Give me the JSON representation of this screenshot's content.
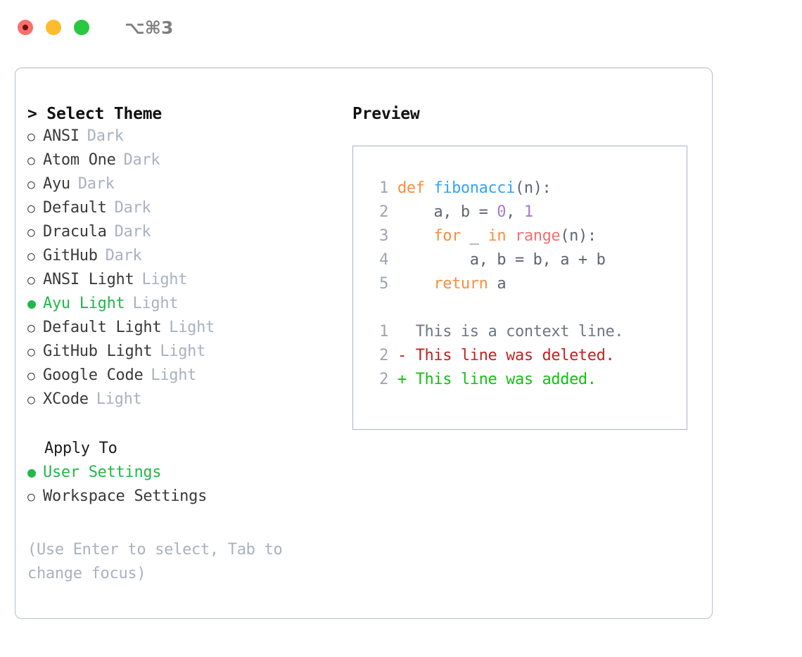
{
  "titlebar": {
    "shortcut": "⌥⌘3",
    "lights": [
      {
        "name": "close",
        "color": "#f9706b"
      },
      {
        "name": "minimize",
        "color": "#fdbc2e"
      },
      {
        "name": "maximize",
        "color": "#28c840"
      }
    ]
  },
  "theme_panel": {
    "title": "> Select Theme",
    "selected_bullet": "●",
    "unselected_bullet": "○",
    "accent_color": "#1fb84a",
    "items": [
      {
        "label": "ANSI",
        "tag": "Dark",
        "selected": false
      },
      {
        "label": "Atom One",
        "tag": "Dark",
        "selected": false
      },
      {
        "label": "Ayu",
        "tag": "Dark",
        "selected": false
      },
      {
        "label": "Default",
        "tag": "Dark",
        "selected": false
      },
      {
        "label": "Dracula",
        "tag": "Dark",
        "selected": false
      },
      {
        "label": "GitHub",
        "tag": "Dark",
        "selected": false
      },
      {
        "label": "ANSI Light",
        "tag": "Light",
        "selected": false
      },
      {
        "label": "Ayu Light",
        "tag": "Light",
        "selected": true
      },
      {
        "label": "Default Light",
        "tag": "Light",
        "selected": false
      },
      {
        "label": "GitHub Light",
        "tag": "Light",
        "selected": false
      },
      {
        "label": "Google Code",
        "tag": "Light",
        "selected": false
      },
      {
        "label": "XCode",
        "tag": "Light",
        "selected": false
      }
    ]
  },
  "apply_to": {
    "heading": "Apply To",
    "options": [
      {
        "label": "User Settings",
        "selected": true
      },
      {
        "label": "Workspace Settings",
        "selected": false
      }
    ]
  },
  "hint": "(Use Enter to select, Tab to change focus)",
  "preview": {
    "title": "Preview",
    "code_lines": [
      {
        "lineno": "1",
        "tokens": [
          {
            "text": "def ",
            "type": "kw"
          },
          {
            "text": "fibonacci",
            "type": "fn"
          },
          {
            "text": "(n):",
            "type": "pun"
          }
        ]
      },
      {
        "lineno": "2",
        "tokens": [
          {
            "text": "    a, b = ",
            "type": "pun"
          },
          {
            "text": "0",
            "type": "num"
          },
          {
            "text": ", ",
            "type": "pun"
          },
          {
            "text": "1",
            "type": "num"
          }
        ]
      },
      {
        "lineno": "3",
        "tokens": [
          {
            "text": "    ",
            "type": "pun"
          },
          {
            "text": "for",
            "type": "kw"
          },
          {
            "text": " _ ",
            "type": "pun"
          },
          {
            "text": "in",
            "type": "kw"
          },
          {
            "text": " ",
            "type": "pun"
          },
          {
            "text": "range",
            "type": "call"
          },
          {
            "text": "(n):",
            "type": "pun"
          }
        ]
      },
      {
        "lineno": "4",
        "tokens": [
          {
            "text": "        a, b = b, a + b",
            "type": "pun"
          }
        ]
      },
      {
        "lineno": "5",
        "tokens": [
          {
            "text": "    ",
            "type": "pun"
          },
          {
            "text": "return",
            "type": "kw"
          },
          {
            "text": " a",
            "type": "pun"
          }
        ]
      }
    ],
    "diff_lines": [
      {
        "lineno": "1",
        "marker": "  ",
        "text": "This is a context line.",
        "kind": "ctx"
      },
      {
        "lineno": "2",
        "marker": "- ",
        "text": "This line was deleted.",
        "kind": "del"
      },
      {
        "lineno": "2",
        "marker": "+ ",
        "text": "This line was added.",
        "kind": "add"
      }
    ]
  }
}
